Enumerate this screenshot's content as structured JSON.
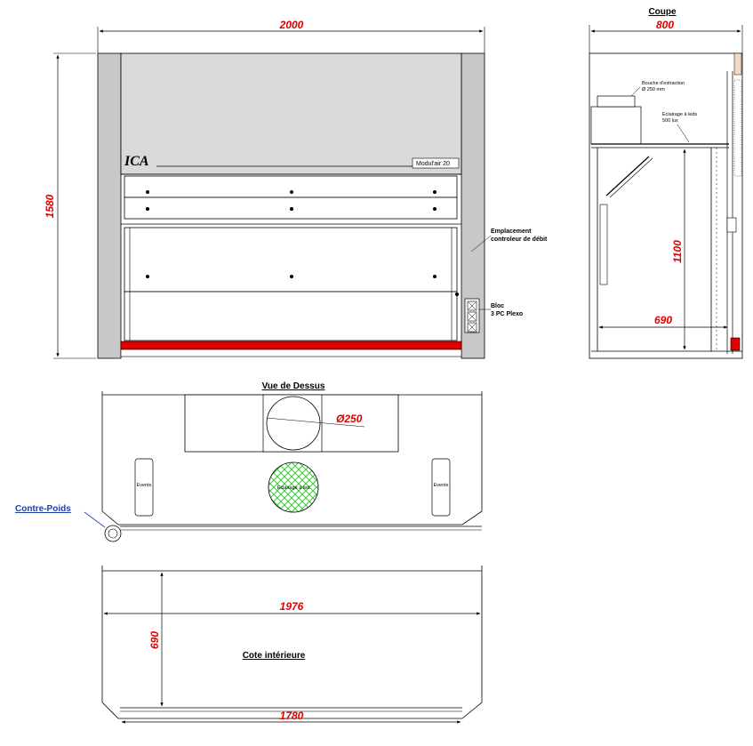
{
  "front_view": {
    "width_dim": "2000",
    "height_dim": "1580",
    "brand": "ICA",
    "model": "Modul'air 20",
    "flow_controller_label_1": "Emplacement",
    "flow_controller_label_2": "controleur de débit",
    "block_label_1": "Bloc",
    "block_label_2": "3 PC Plexo"
  },
  "section_view": {
    "title": "Coupe",
    "width_dim": "800",
    "extraction_label_1": "Bouche d'extraction",
    "extraction_label_2": "Ø 250 mm",
    "lighting_label_1": "Eclairage à leds",
    "lighting_label_2": "500 lux",
    "height_dim": "1100",
    "depth_dim": "690"
  },
  "top_view": {
    "title": "Vue de Dessus",
    "duct_dim": "Ø250",
    "vent_label": "Events",
    "lighting_label": "Eclairage à led",
    "counterweight_label": "Contre-Poids"
  },
  "interior_view": {
    "title": "Cote intérieure",
    "width_dim": "1976",
    "depth_dim": "690",
    "front_dim": "1780"
  },
  "colors": {
    "dimension": "#e00000",
    "sash_bar": "#e00000",
    "side_panel": "#c8c8c8",
    "hood_top": "#d9d9d9",
    "led_hatch": "#38c838",
    "callout_blue": "#1f3fa8"
  }
}
